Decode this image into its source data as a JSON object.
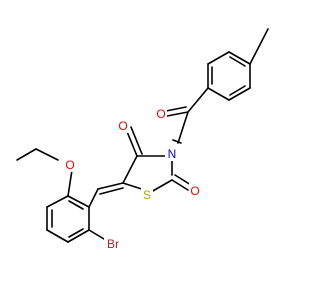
{
  "molecule": {
    "atoms": {
      "bromine": {
        "text": "Br",
        "color": "#a52a2a"
      },
      "ether_oxygen": {
        "text": "O",
        "color": "#ff0000"
      },
      "ring_c4_oxygen": {
        "text": "O",
        "color": "#ff0000"
      },
      "ring_c2_oxygen": {
        "text": "O",
        "color": "#ff0000"
      },
      "ketone_oxygen": {
        "text": "O",
        "color": "#ff0000"
      },
      "ring_nitrogen": {
        "text": "N",
        "color": "#0000ff"
      },
      "ring_sulfur": {
        "text": "S",
        "color": "#b3a500"
      }
    }
  }
}
